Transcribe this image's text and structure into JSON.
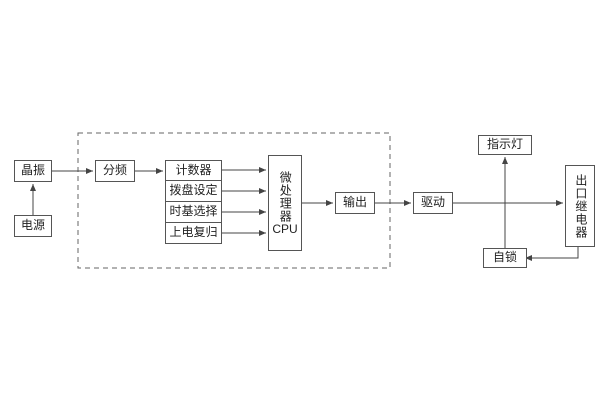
{
  "diagram": {
    "nodes": {
      "crystal": "晶振",
      "power": "电源",
      "divider": "分频",
      "counter": "计数器",
      "dial_setting": "拨盘设定",
      "timebase_select": "时基选择",
      "power_on_reset": "上电复归",
      "cpu_vertical": "微处理器",
      "cpu_sub": "CPU",
      "output": "输出",
      "drive": "驱动",
      "indicator_lamp": "指示灯",
      "outlet_relay": "出口继电器",
      "self_lock": "自锁"
    }
  }
}
